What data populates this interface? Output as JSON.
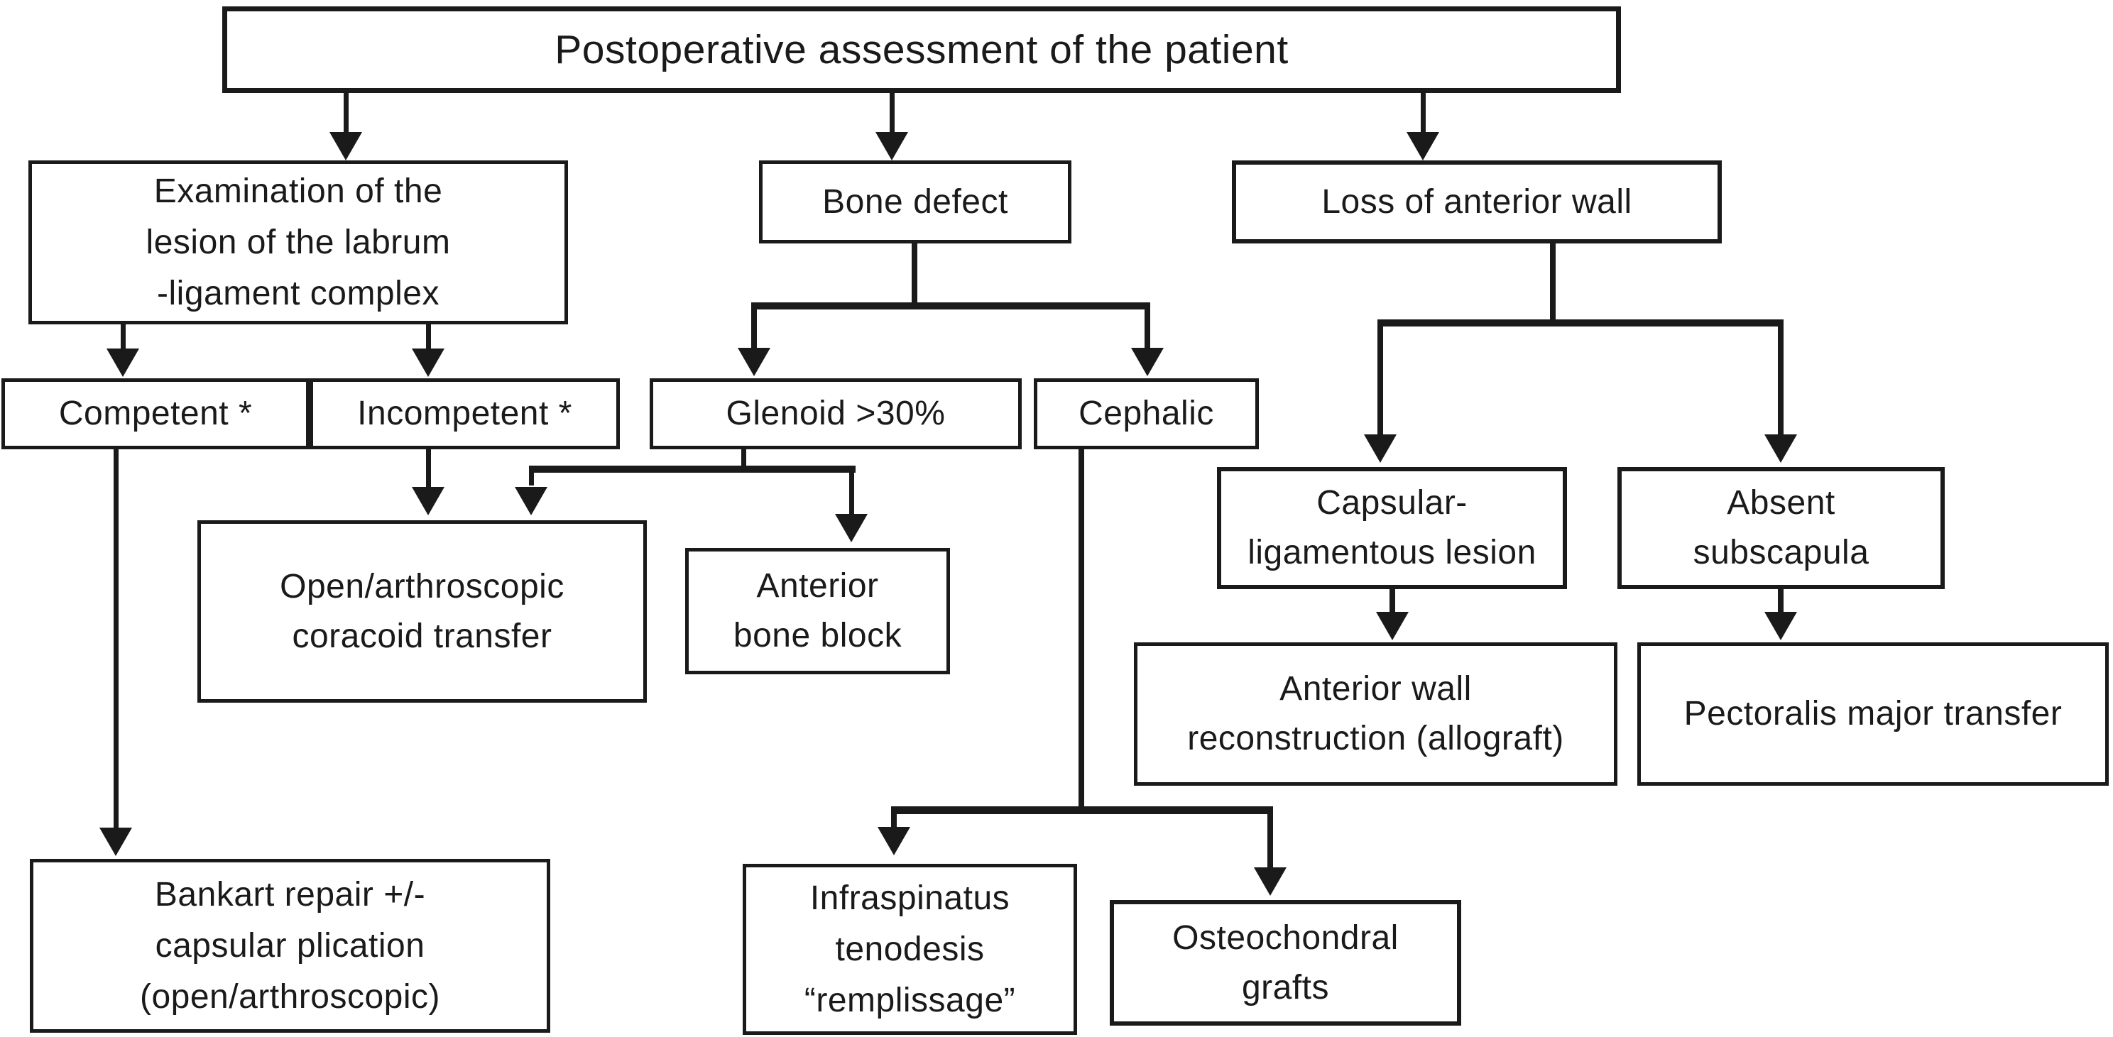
{
  "figure": {
    "type": "flowchart",
    "title": "Postoperative assessment of the patient"
  },
  "colors": {
    "ink": "#1a1a1a",
    "background": "#ffffff"
  },
  "nodes": {
    "postop": "Postoperative assessment of the patient",
    "examination": "Examination of the\nlesion of the labrum\n-ligament complex",
    "bone_defect": "Bone defect",
    "loss_anterior_wall": "Loss of anterior wall",
    "competent": "Competent *",
    "incompetent": "Incompetent *",
    "glenoid": "Glenoid >30%",
    "cephalic": "Cephalic",
    "coracoid": "Open/arthroscopic\ncoracoid transfer",
    "bone_block": "Anterior\nbone block",
    "capsular": "Capsular-\nligamentous lesion",
    "absent": "Absent\nsubscapula",
    "reconstruction": "Anterior wall\nreconstruction (allograft)",
    "pectoralis": "Pectoralis major transfer",
    "bankart": "Bankart repair +/-\ncapsular plication\n(open/arthroscopic)",
    "infraspinatus": "Infraspinatus\ntenodesis\n“remplissage”",
    "osteochondral": "Osteochondral\ngrafts"
  }
}
